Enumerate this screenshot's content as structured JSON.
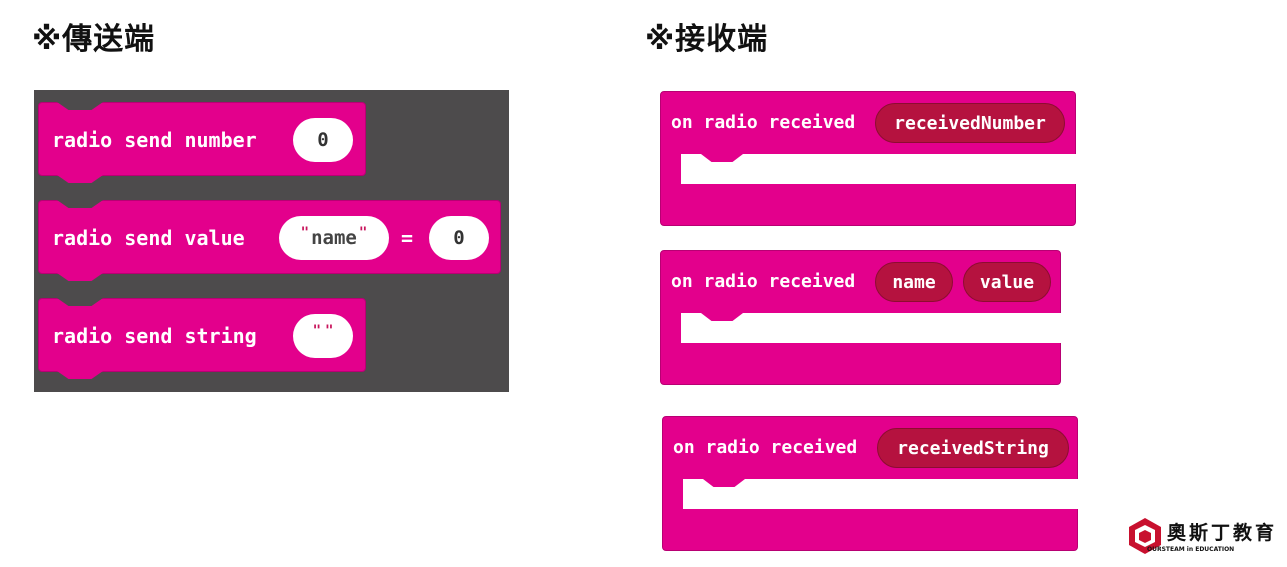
{
  "headings": {
    "sender": "※傳送端",
    "receiver": "※接收端"
  },
  "sender_blocks": [
    {
      "label": "radio send number",
      "value": "0"
    },
    {
      "label": "radio send value",
      "name_value": "name",
      "equals": "=",
      "value": "0"
    },
    {
      "label": "radio send string",
      "value": ""
    }
  ],
  "receiver_blocks": [
    {
      "label": "on radio received",
      "vars": [
        "receivedNumber"
      ]
    },
    {
      "label": "on radio received",
      "vars": [
        "name",
        "value"
      ]
    },
    {
      "label": "on radio received",
      "vars": [
        "receivedString"
      ]
    }
  ],
  "colors": {
    "block_pink": "#e3008c",
    "variable_red": "#b5123f",
    "workspace_gray": "#4d4b4c"
  },
  "logo": {
    "title": "奧斯丁教育",
    "subtitle": "OURSTEAM in EDUCATION",
    "icon": "logo-icon"
  }
}
